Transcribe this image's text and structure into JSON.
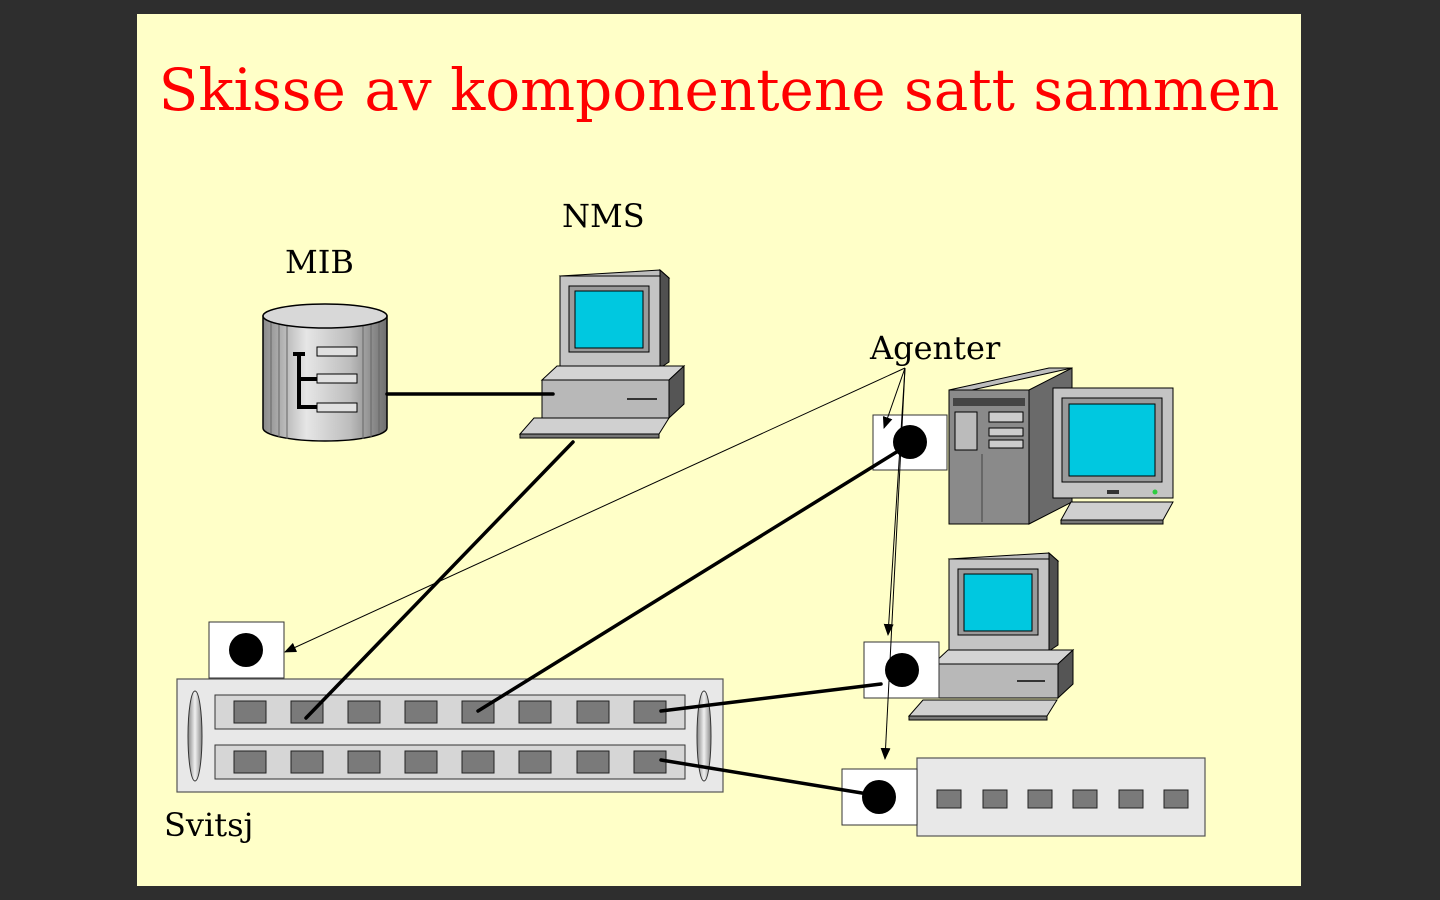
{
  "slide": {
    "title": "Skisse av komponentene satt sammen",
    "background_color": "#ffffc8",
    "title_color": "#ff0000"
  },
  "diagram": {
    "labels": {
      "mib": "MIB",
      "nms": "NMS",
      "agents": "Agenter",
      "switch": "Svitsj"
    },
    "icons": [
      "database-icon",
      "desktop-computer-icon",
      "tower-server-icon",
      "desktop-computer-icon",
      "network-switch-icon",
      "hub-icon",
      "agent-icon"
    ],
    "screen_color": "#00c8e0"
  }
}
